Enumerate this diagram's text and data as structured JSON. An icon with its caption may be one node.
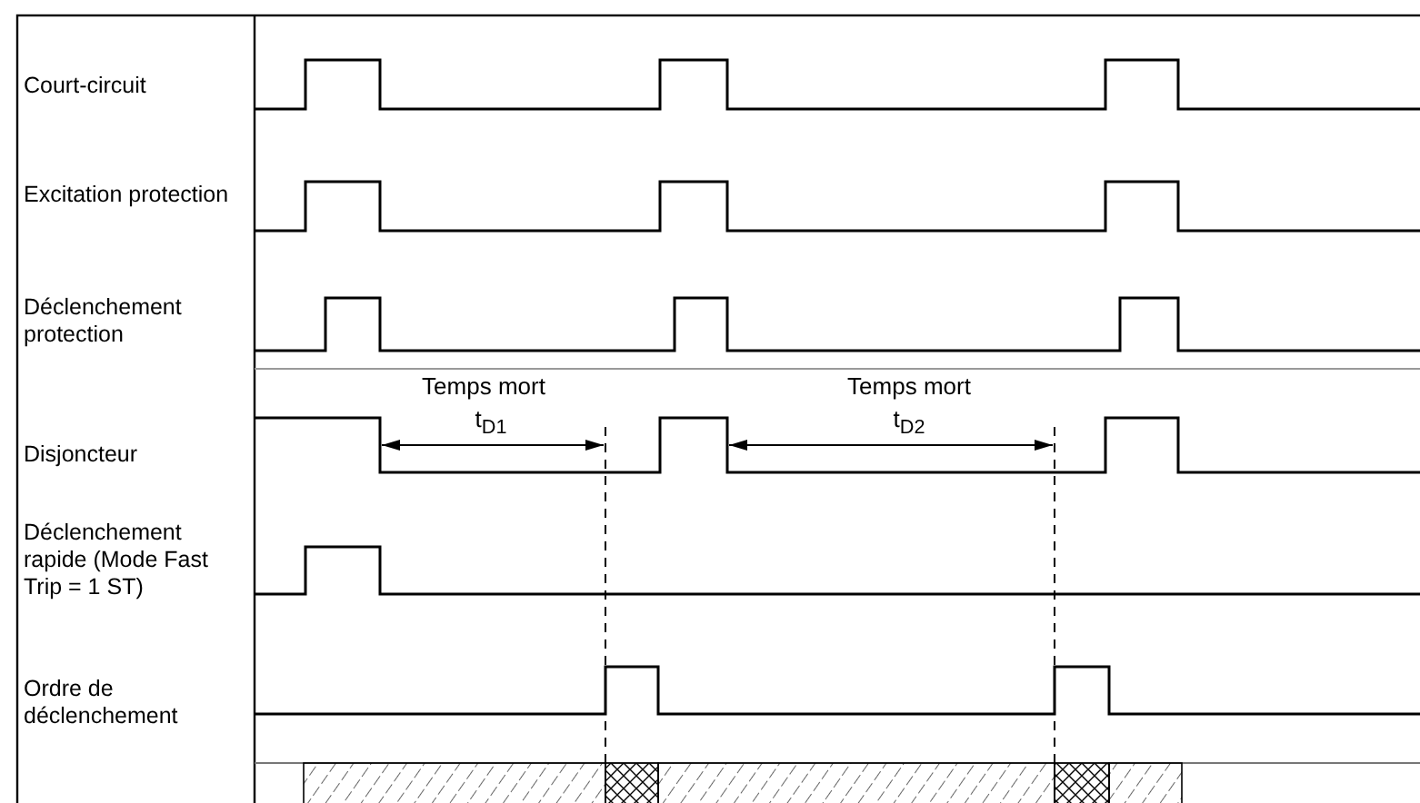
{
  "diagram": {
    "labels": [
      "Court-circuit",
      "Excitation protection",
      "Déclenchement protection",
      "Disjoncteur",
      "Déclenchement rapide (Mode Fast Trip = 1 ST)",
      "Ordre de déclenchement",
      "Temps mort",
      "t$_{D1}$",
      "Temps mort",
      "t$_{D2}$"
    ]
  }
}
